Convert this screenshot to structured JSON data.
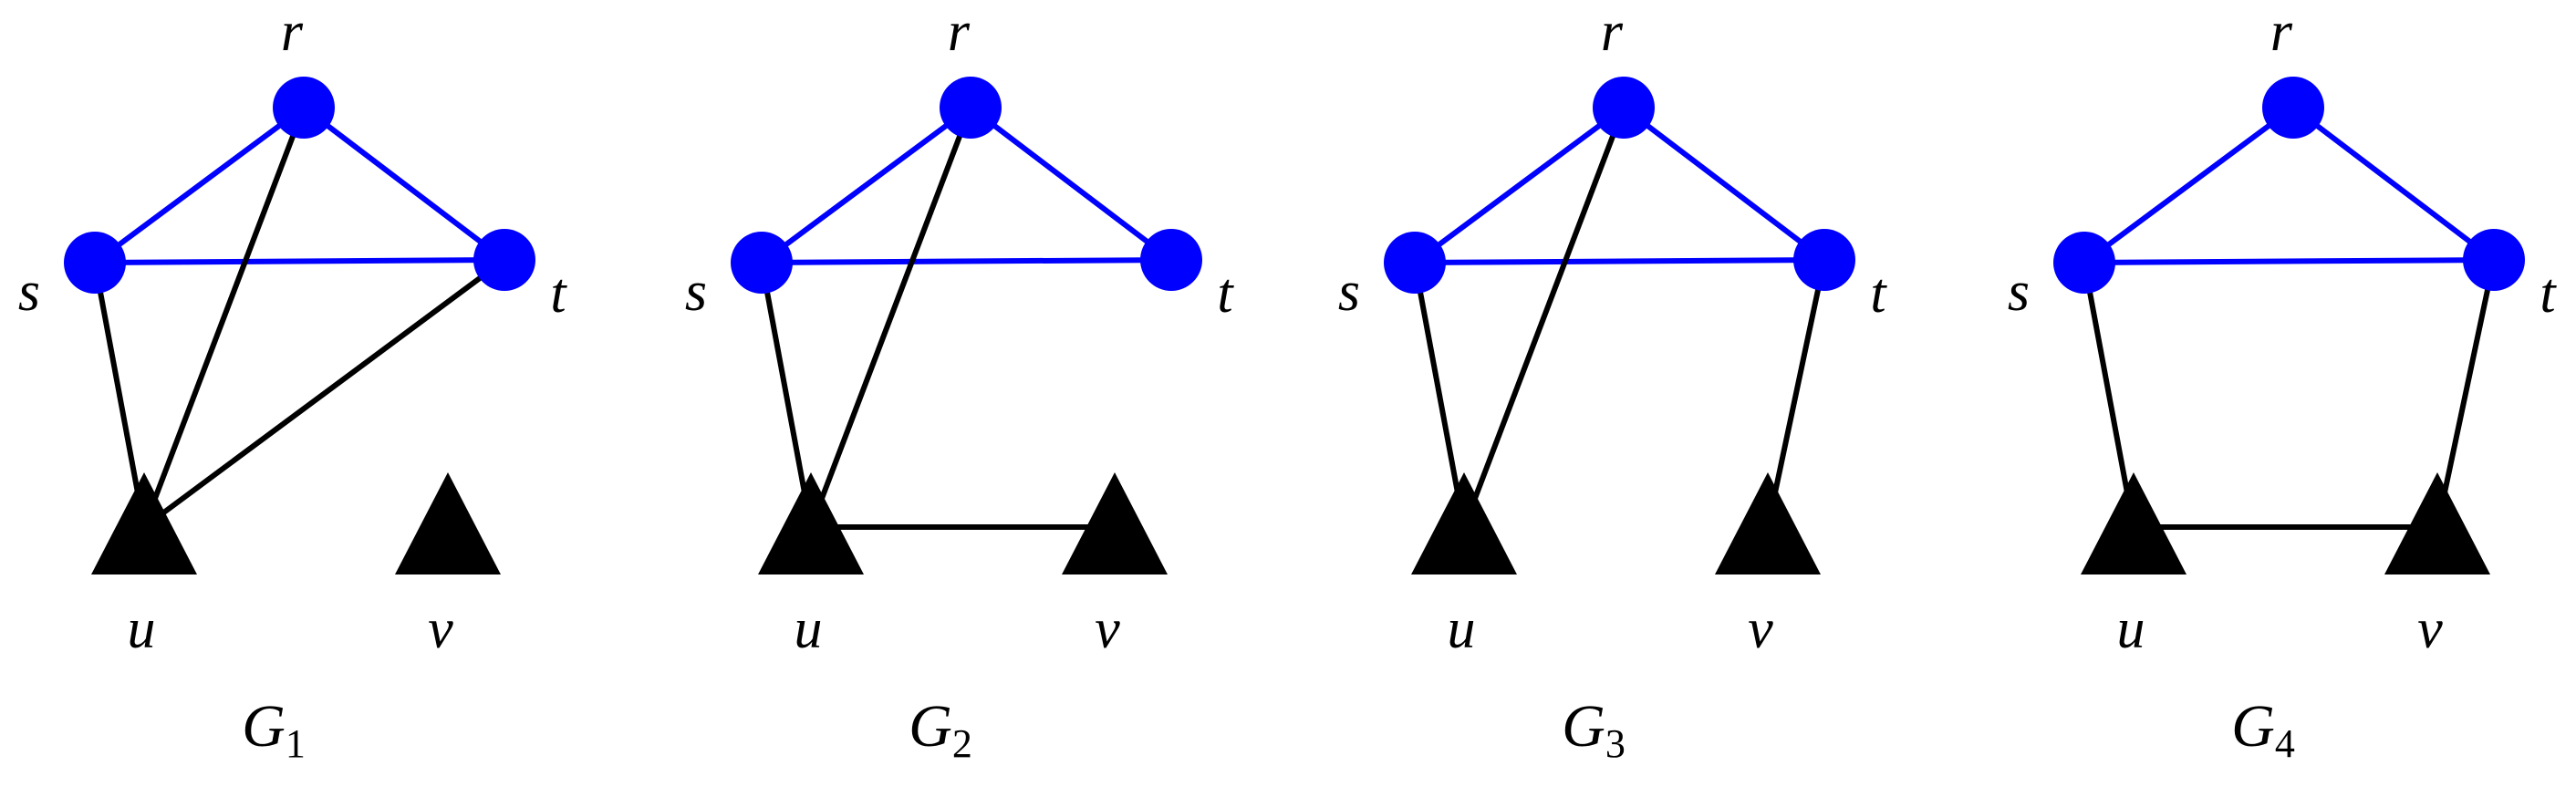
{
  "colors": {
    "blue": "#0000ff",
    "black": "#000000"
  },
  "legend": {
    "circle_nodes": "blue-circle",
    "triangle_nodes": "black-triangle"
  },
  "nodes": [
    {
      "id": "r",
      "label": "r",
      "shape": "circle"
    },
    {
      "id": "s",
      "label": "s",
      "shape": "circle"
    },
    {
      "id": "t",
      "label": "t",
      "shape": "circle"
    },
    {
      "id": "u",
      "label": "u",
      "shape": "triangle"
    },
    {
      "id": "v",
      "label": "v",
      "shape": "triangle"
    }
  ],
  "graphs": [
    {
      "caption": "G",
      "subscript": "1",
      "edges": [
        {
          "from": "r",
          "to": "s",
          "color": "blue"
        },
        {
          "from": "r",
          "to": "t",
          "color": "blue"
        },
        {
          "from": "s",
          "to": "t",
          "color": "blue"
        },
        {
          "from": "s",
          "to": "u",
          "color": "black"
        },
        {
          "from": "r",
          "to": "u",
          "color": "black"
        },
        {
          "from": "t",
          "to": "u",
          "color": "black"
        }
      ]
    },
    {
      "caption": "G",
      "subscript": "2",
      "edges": [
        {
          "from": "r",
          "to": "s",
          "color": "blue"
        },
        {
          "from": "r",
          "to": "t",
          "color": "blue"
        },
        {
          "from": "s",
          "to": "t",
          "color": "blue"
        },
        {
          "from": "s",
          "to": "u",
          "color": "black"
        },
        {
          "from": "r",
          "to": "u",
          "color": "black"
        },
        {
          "from": "u",
          "to": "v",
          "color": "black"
        }
      ]
    },
    {
      "caption": "G",
      "subscript": "3",
      "edges": [
        {
          "from": "r",
          "to": "s",
          "color": "blue"
        },
        {
          "from": "r",
          "to": "t",
          "color": "blue"
        },
        {
          "from": "s",
          "to": "t",
          "color": "blue"
        },
        {
          "from": "s",
          "to": "u",
          "color": "black"
        },
        {
          "from": "r",
          "to": "u",
          "color": "black"
        },
        {
          "from": "t",
          "to": "v",
          "color": "black"
        }
      ]
    },
    {
      "caption": "G",
      "subscript": "4",
      "edges": [
        {
          "from": "r",
          "to": "s",
          "color": "blue"
        },
        {
          "from": "r",
          "to": "t",
          "color": "blue"
        },
        {
          "from": "s",
          "to": "t",
          "color": "blue"
        },
        {
          "from": "s",
          "to": "u",
          "color": "black"
        },
        {
          "from": "t",
          "to": "v",
          "color": "black"
        },
        {
          "from": "u",
          "to": "v",
          "color": "black"
        }
      ]
    }
  ]
}
